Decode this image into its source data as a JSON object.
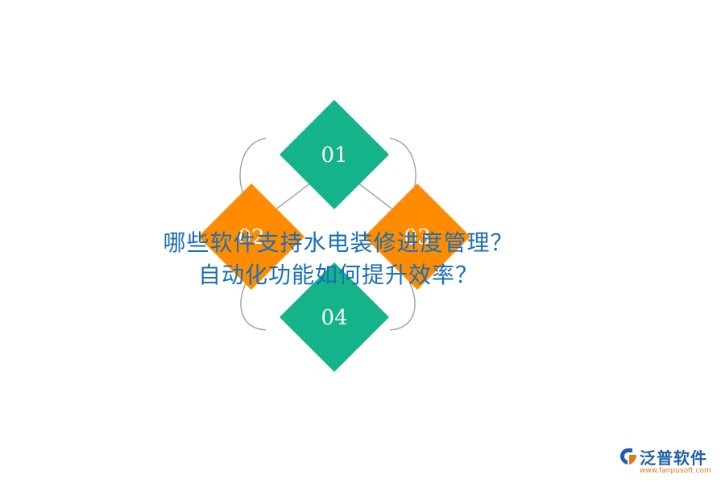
{
  "diagram": {
    "items": [
      {
        "label": "01",
        "color": "#14b38a"
      },
      {
        "label": "02",
        "color": "#ff8c00"
      },
      {
        "label": "03",
        "color": "#ff8c00"
      },
      {
        "label": "04",
        "color": "#14b38a"
      }
    ],
    "loop_color": "#a6a6a6"
  },
  "title": {
    "line1": "哪些软件支持水电装修进度管理？",
    "line2": "自动化功能如何提升效率？",
    "color": "#1a6fb8"
  },
  "logo": {
    "name": "泛普软件",
    "url": "www.fanpusoft.com",
    "icon": "fanpu-logo-icon"
  }
}
